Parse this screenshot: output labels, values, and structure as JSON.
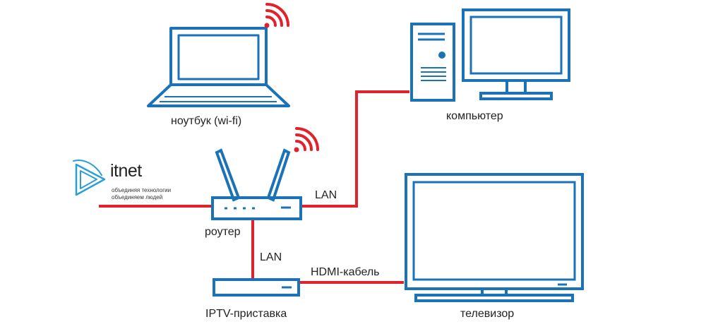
{
  "colors": {
    "device": "#1a73b8",
    "cable": "#e1222c"
  },
  "brand": {
    "name": "itnet",
    "tagline_1": "объединяя технологии",
    "tagline_2": "объединяем людей"
  },
  "devices": {
    "laptop": "ноутбук (wi-fi)",
    "computer": "компьютер",
    "router": "роутер",
    "iptv": "IPTV-приставка",
    "tv": "телевизор"
  },
  "links": {
    "router_computer": "LAN",
    "router_iptv": "LAN",
    "iptv_tv": "HDMI-кабель"
  }
}
